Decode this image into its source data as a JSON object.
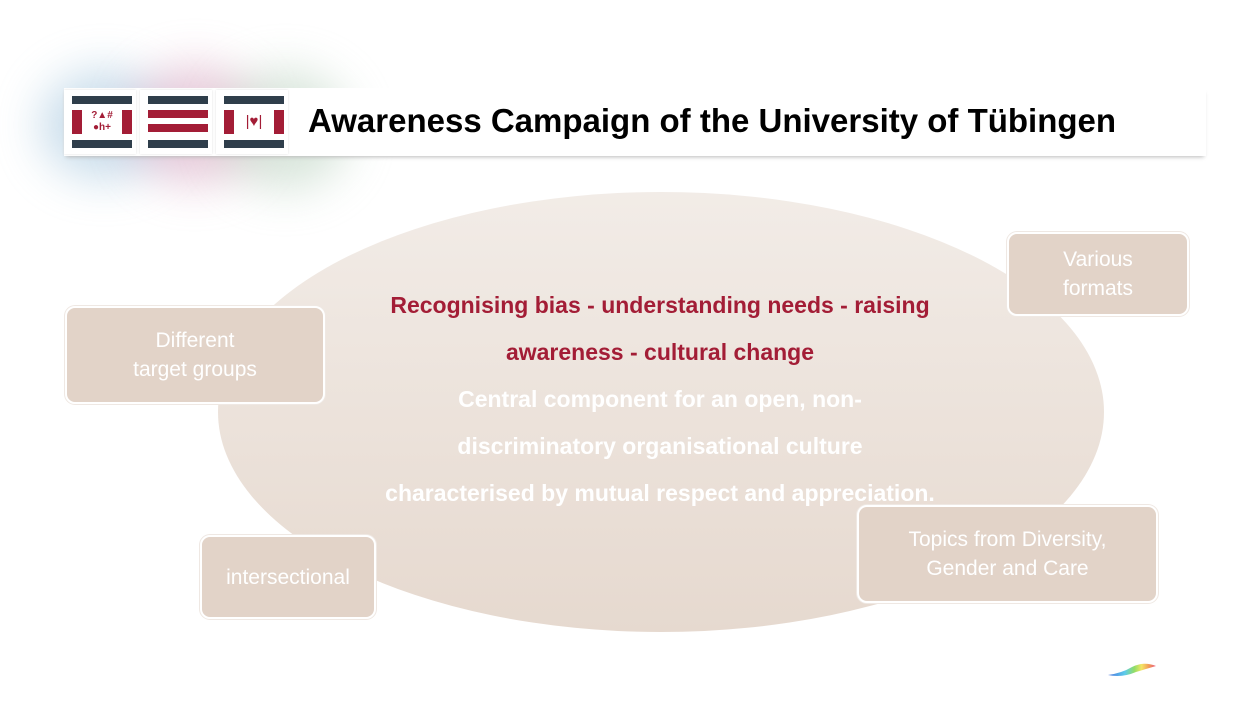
{
  "header": {
    "title": "Awareness Campaign of the University of Tübingen",
    "logo_symbols": [
      "?",
      "▲",
      "#",
      "●",
      "h",
      "+",
      "♥"
    ]
  },
  "center": {
    "headline_line1": "Recognising bias - understanding needs - raising",
    "headline_line2": "awareness - cultural change",
    "body_line1": "Central component for an open, non-",
    "body_line2": "discriminatory organisational culture",
    "body_line3": "characterised by mutual respect and appreciation."
  },
  "boxes": {
    "target_groups": [
      "Different",
      "target groups"
    ],
    "formats": [
      "Various",
      "formats"
    ],
    "intersectional": "intersectional",
    "topics": [
      "Topics from Diversity,",
      "Gender and Care"
    ]
  },
  "colors": {
    "accent": "#a31d36",
    "dark": "#2f3e4b",
    "box": "#e2d3c8"
  }
}
